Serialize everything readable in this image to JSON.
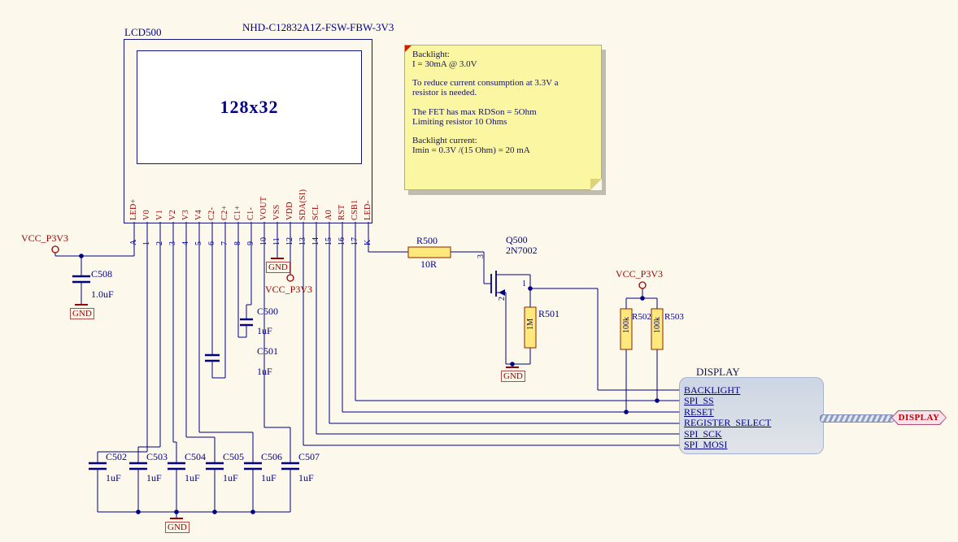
{
  "schematic": {
    "lcd": {
      "designator": "LCD500",
      "part": "NHD-C12832A1Z-FSW-FBW-3V3",
      "display": "128x32",
      "pins": [
        {
          "number": "A",
          "name": "LED+"
        },
        {
          "number": "1",
          "name": "V0"
        },
        {
          "number": "2",
          "name": "V1"
        },
        {
          "number": "3",
          "name": "V2"
        },
        {
          "number": "4",
          "name": "V3"
        },
        {
          "number": "5",
          "name": "V4"
        },
        {
          "number": "6",
          "name": "C2-"
        },
        {
          "number": "7",
          "name": "C2+"
        },
        {
          "number": "8",
          "name": "C1+"
        },
        {
          "number": "9",
          "name": "C1-"
        },
        {
          "number": "10",
          "name": "VOUT"
        },
        {
          "number": "11",
          "name": "VSS"
        },
        {
          "number": "12",
          "name": "VDD"
        },
        {
          "number": "13",
          "name": "SDA(SI)"
        },
        {
          "number": "14",
          "name": "SCL"
        },
        {
          "number": "15",
          "name": "A0"
        },
        {
          "number": "16",
          "name": "RST"
        },
        {
          "number": "17",
          "name": "CSB1"
        },
        {
          "number": "K",
          "name": "LED-"
        }
      ]
    },
    "note": {
      "text": "Backlight:\nI = 30mA @ 3.0V\n\nTo reduce current consumption at 3.3V a\nresistor is needed.\n\nThe FET has max RDSon = 5Ohm\nLimiting resistor 10 Ohms\n\nBacklight current:\nImin = 0.3V /(15 Ohm) = 20 mA"
    },
    "resistors": {
      "r500": {
        "designator": "R500",
        "value": "10R"
      },
      "r501": {
        "designator": "R501",
        "value": "1M"
      },
      "r502": {
        "designator": "R502",
        "value": "100k"
      },
      "r503": {
        "designator": "R503",
        "value": "100k"
      }
    },
    "capacitors": {
      "c500": {
        "designator": "C500",
        "value": "1uF"
      },
      "c501": {
        "designator": "C501",
        "value": "1uF"
      },
      "c502": {
        "designator": "C502",
        "value": "1uF"
      },
      "c503": {
        "designator": "C503",
        "value": "1uF"
      },
      "c504": {
        "designator": "C504",
        "value": "1uF"
      },
      "c505": {
        "designator": "C505",
        "value": "1uF"
      },
      "c506": {
        "designator": "C506",
        "value": "1uF"
      },
      "c507": {
        "designator": "C507",
        "value": "1uF"
      },
      "c508": {
        "designator": "C508",
        "value": "1.0uF"
      }
    },
    "transistor": {
      "designator": "Q500",
      "part": "2N7002",
      "pin_drain": "3",
      "pin_gate": "1",
      "pin_source": "2"
    },
    "power": {
      "vcc": "VCC_P3V3",
      "gnd": "GND"
    },
    "harness": {
      "title": "DISPLAY",
      "connector": "DISPLAY",
      "signals": [
        "BACKLIGHT",
        "SPI_SS",
        "RESET",
        "REGISTER_SELECT",
        "SPI_SCK",
        "SPI_MOSI"
      ]
    },
    "colors": {
      "background": "#FCF8EB",
      "wire": "#000080",
      "designator": "#00008B",
      "power_net": "#990000",
      "component_fill": "#FFE87C",
      "note_fill": "#FBF6A1"
    }
  }
}
